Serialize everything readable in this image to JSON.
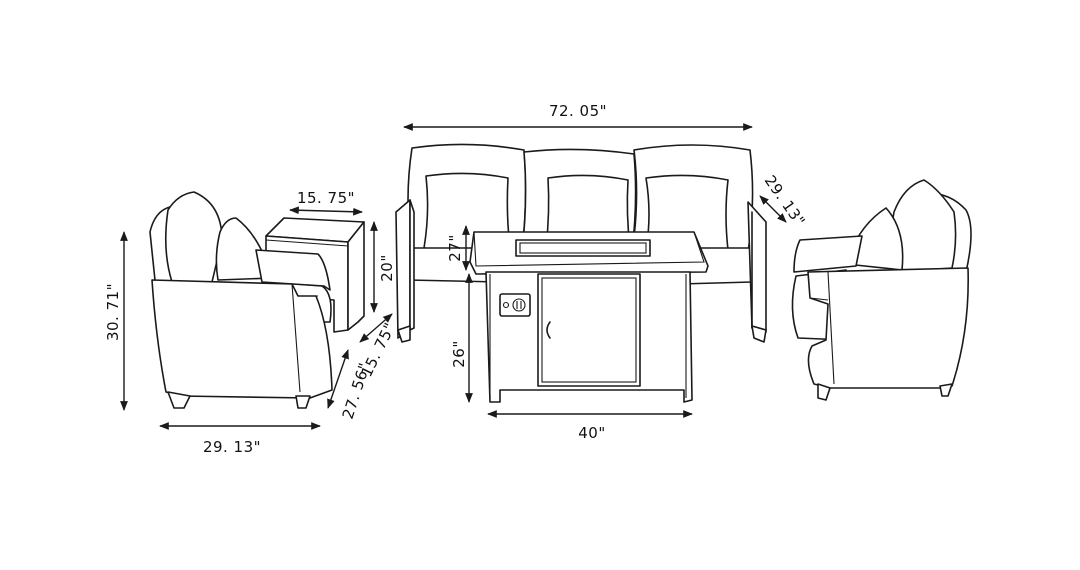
{
  "dimensions": {
    "sofa_width": "72. 05\"",
    "sofa_depth": "29. 13\"",
    "side_table_width": "15. 75\"",
    "side_table_height": "20\"",
    "side_table_depth": "15. 75\"",
    "chair_height": "30. 71\"",
    "chair_width": "29. 13\"",
    "chair_depth": "27. 56\"",
    "firepit_width": "40\"",
    "firepit_height": "26\"",
    "firepit_top_height": "27\""
  }
}
